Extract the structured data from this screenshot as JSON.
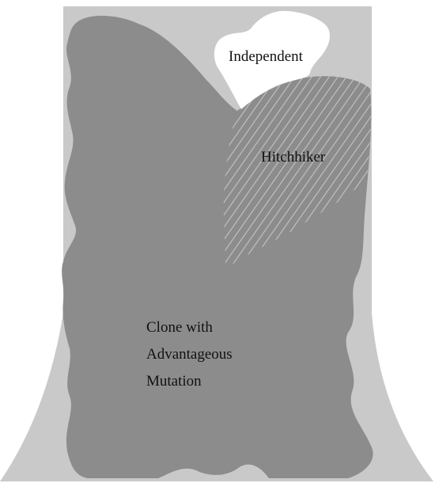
{
  "colors": {
    "page_background": "#ffffff",
    "outer_region": "#c9c9c9",
    "clone_region": "#8c8c8c",
    "independent_region": "#ffffff",
    "hitchhiker_hatch": "#b3b3b3"
  },
  "regions": {
    "independent": {
      "label": "Independent"
    },
    "hitchhiker": {
      "label": "Hitchhiker"
    },
    "clone": {
      "label_lines": [
        "Clone with",
        "Advantageous",
        "Mutation"
      ]
    }
  }
}
